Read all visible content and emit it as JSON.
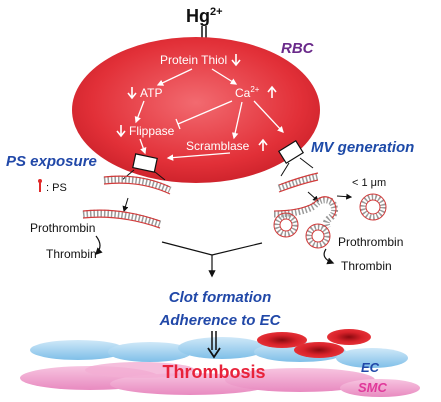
{
  "top_ion": {
    "base": "Hg",
    "charge": "2+"
  },
  "cell": {
    "label": "RBC",
    "protein_thiol": "Protein Thiol",
    "atp": "ATP",
    "ca": {
      "base": "Ca",
      "charge": "2+"
    },
    "flippase": "Flippase",
    "scramblase": "Scramblase"
  },
  "left_branch": {
    "title": "PS exposure",
    "legend_label": ": PS",
    "prothrombin": "Prothrombin",
    "thrombin": "Thrombin"
  },
  "right_branch": {
    "title": "MV generation",
    "scale": "< 1 μm",
    "prothrombin": "Prothrombin",
    "thrombin": "Thrombin"
  },
  "outcome": {
    "line1": "Clot formation",
    "line2": "Adherence to EC"
  },
  "vessel": {
    "center_label": "Thrombosis",
    "ec_label": "EC",
    "smc_label": "SMC"
  },
  "colors": {
    "rbc": "#e8303a",
    "title_blue": "#2148a8",
    "rbc_label": "#6a2a8a",
    "thrombosis": "#e8223a",
    "smc": "#e0389a",
    "ec_fill": "#9fd0ee"
  }
}
